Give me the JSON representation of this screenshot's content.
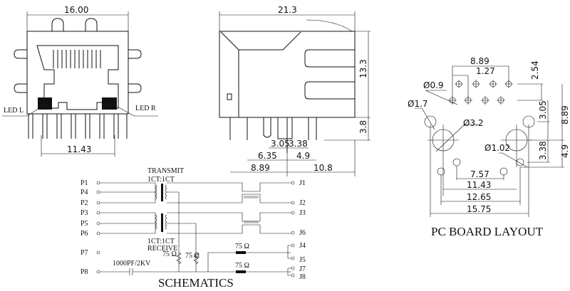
{
  "front_view": {
    "width_dim": "16.00",
    "pin_dim": "11.43",
    "led_left": "LED L",
    "led_right": "LED R"
  },
  "side_view": {
    "length_dim": "21.3",
    "height_dim": "13.3",
    "pin_length_dim": "3.8",
    "dims": [
      "3.05",
      "3.38",
      "6.35",
      "4.9",
      "8.89",
      "10.8"
    ]
  },
  "schematic": {
    "title": "SCHEMATICS",
    "transmit_label": "TRANSMIT",
    "transmit_ratio": "1CT:1CT",
    "receive_ratio": "1CT:1CT",
    "receive_label": "RECEIVE",
    "capacitor_label": "1000PF/2KV",
    "resistor_label": "75 Ω",
    "left_pins": [
      "P1",
      "P4",
      "P2",
      "P3",
      "P5",
      "P6",
      "P7",
      "P8"
    ],
    "right_pins": [
      "J1",
      "J2",
      "J3",
      "J6",
      "J4",
      "J5",
      "J7",
      "J8"
    ]
  },
  "pcb_layout": {
    "title": "PC BOARD LAYOUT",
    "dims": [
      "8.89",
      "1.27",
      "2.54",
      "3.05",
      "8.89",
      "3.38",
      "4.9",
      "7.57",
      "11.43",
      "12.65",
      "15.75"
    ],
    "holes": [
      "Ø0.9",
      "Ø1.7",
      "Ø3.2",
      "Ø1.02"
    ]
  }
}
